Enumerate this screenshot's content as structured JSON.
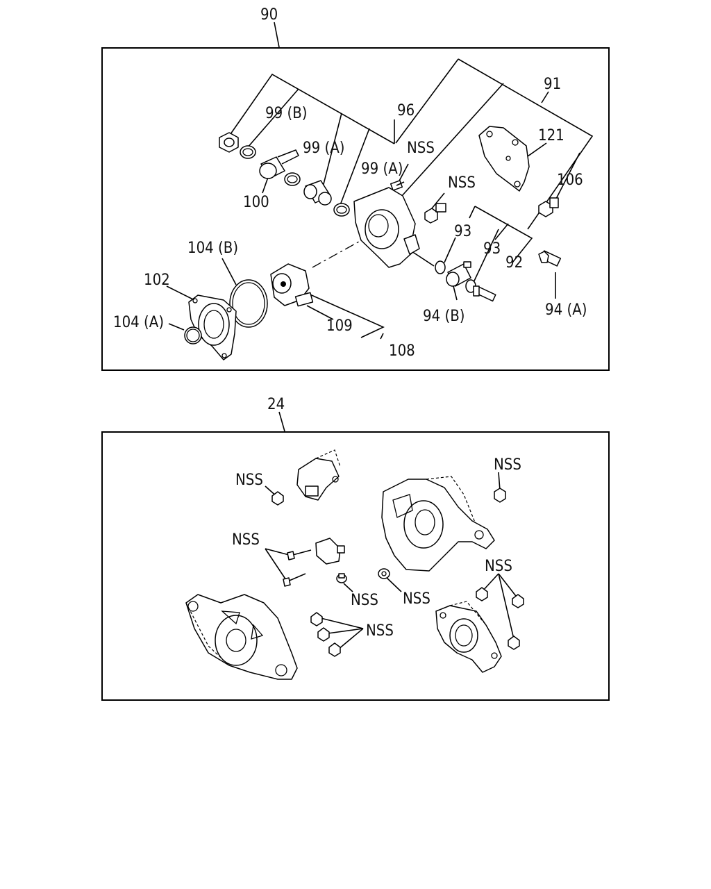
{
  "top_panel": {
    "ref": "90",
    "labels": {
      "l91": "91",
      "l96": "96",
      "l99b": "99 (B)",
      "l99a_1": "99 (A)",
      "l99a_2": "99 (A)",
      "l100": "100",
      "nss_1": "NSS",
      "nss_2": "NSS",
      "l121": "121",
      "l106": "106",
      "l93_1": "93",
      "l93_2": "93",
      "l92": "92",
      "l94a": "94 (A)",
      "l94b": "94 (B)",
      "l104b": "104 (B)",
      "l102": "102",
      "l104a": "104 (A)",
      "l109": "109",
      "l108": "108"
    }
  },
  "bottom_panel": {
    "ref": "24",
    "labels": {
      "nss_1": "NSS",
      "nss_2": "NSS",
      "nss_3": "NSS",
      "nss_4": "NSS",
      "nss_5": "NSS",
      "nss_6": "NSS",
      "nss_7": "NSS"
    }
  }
}
